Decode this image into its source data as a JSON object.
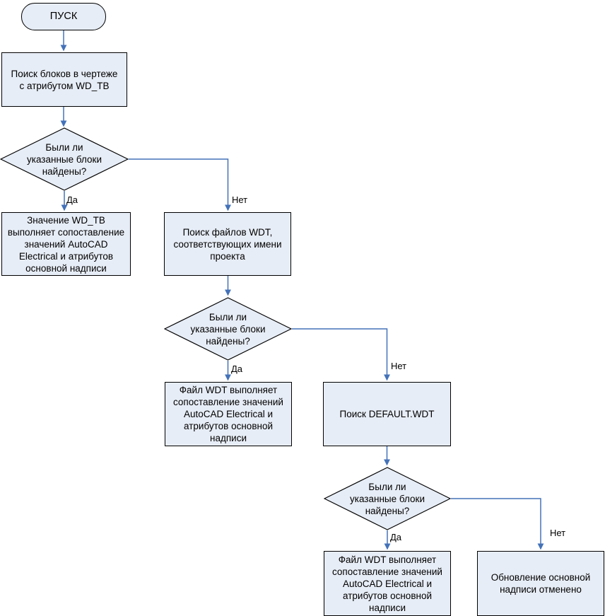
{
  "colors": {
    "node_fill": "#e7edf6",
    "node_border": "#000000",
    "connector": "#4472b8",
    "text": "#000000",
    "background": "#ffffff"
  },
  "nodes": {
    "start": {
      "type": "terminator",
      "label": "ПУСК"
    },
    "search_blocks": {
      "type": "process",
      "label": "Поиск блоков в чертеже\nс атрибутом WD_TB"
    },
    "decision1": {
      "type": "decision",
      "label": "Были ли\nуказанные блоки\nнайдены?"
    },
    "wdtb_mapping": {
      "type": "process",
      "label": "Значение WD_TB\nвыполняет сопоставление\nзначений AutoCAD\nElectrical и атрибутов\nосновной надписи"
    },
    "search_wdt_files": {
      "type": "process",
      "label": "Поиск файлов WDT,\nсоответствующих имени\nпроекта"
    },
    "decision2": {
      "type": "decision",
      "label": "Были ли\nуказанные блоки\nнайдены?"
    },
    "wdt_mapping1": {
      "type": "process",
      "label": "Файл WDT выполняет\nсопоставление значений\nAutoCAD Electrical и\nатрибутов основной\nнадписи"
    },
    "search_default_wdt": {
      "type": "process",
      "label": "Поиск DEFAULT.WDT"
    },
    "decision3": {
      "type": "decision",
      "label": "Были ли\nуказанные блоки\nнайдены?"
    },
    "wdt_mapping2": {
      "type": "process",
      "label": "Файл WDT выполняет\nсопоставление значений\nAutoCAD Electrical и\nатрибутов основной\nнадписи"
    },
    "update_cancelled": {
      "type": "process",
      "label": "Обновление основной\nнадписи отменено"
    }
  },
  "edge_labels": {
    "d1_yes": "Да",
    "d1_no": "Нет",
    "d2_yes": "Да",
    "d2_no": "Нет",
    "d3_yes": "Да",
    "d3_no": "Нет"
  }
}
